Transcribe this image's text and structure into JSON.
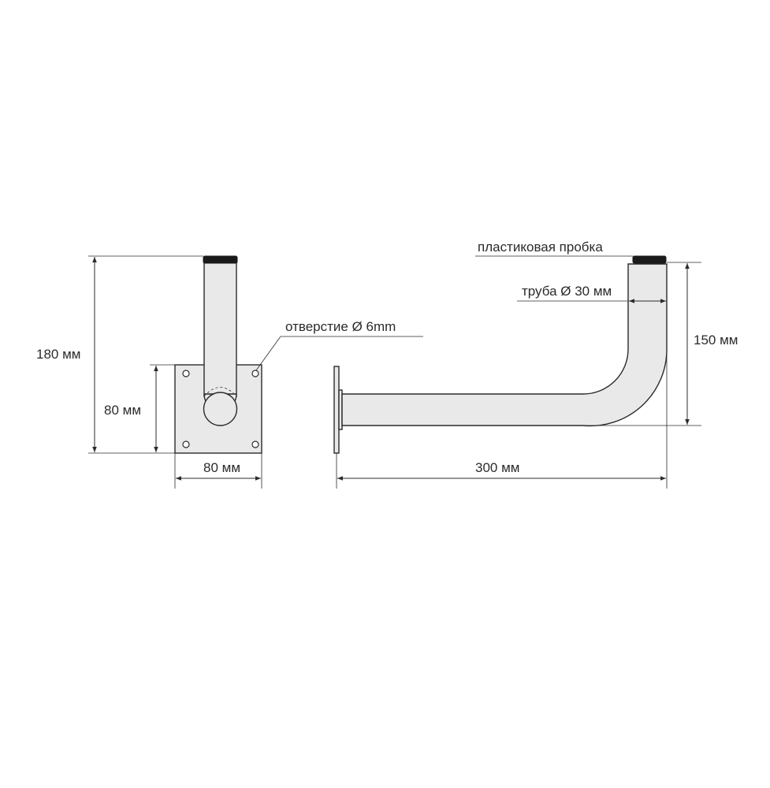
{
  "front_view": {
    "height_total": "180 мм",
    "plate_height": "80 мм",
    "plate_width": "80 мм",
    "hole_callout": "отверстие  Ø 6mm"
  },
  "side_view": {
    "cap_callout": "пластиковая пробка",
    "tube_callout": "труба Ø 30 мм",
    "height": "150 мм",
    "length": "300 мм"
  },
  "colors": {
    "metal": "#e9e9e9",
    "outline": "#2b2b2b",
    "cap": "#1a1a1a"
  }
}
